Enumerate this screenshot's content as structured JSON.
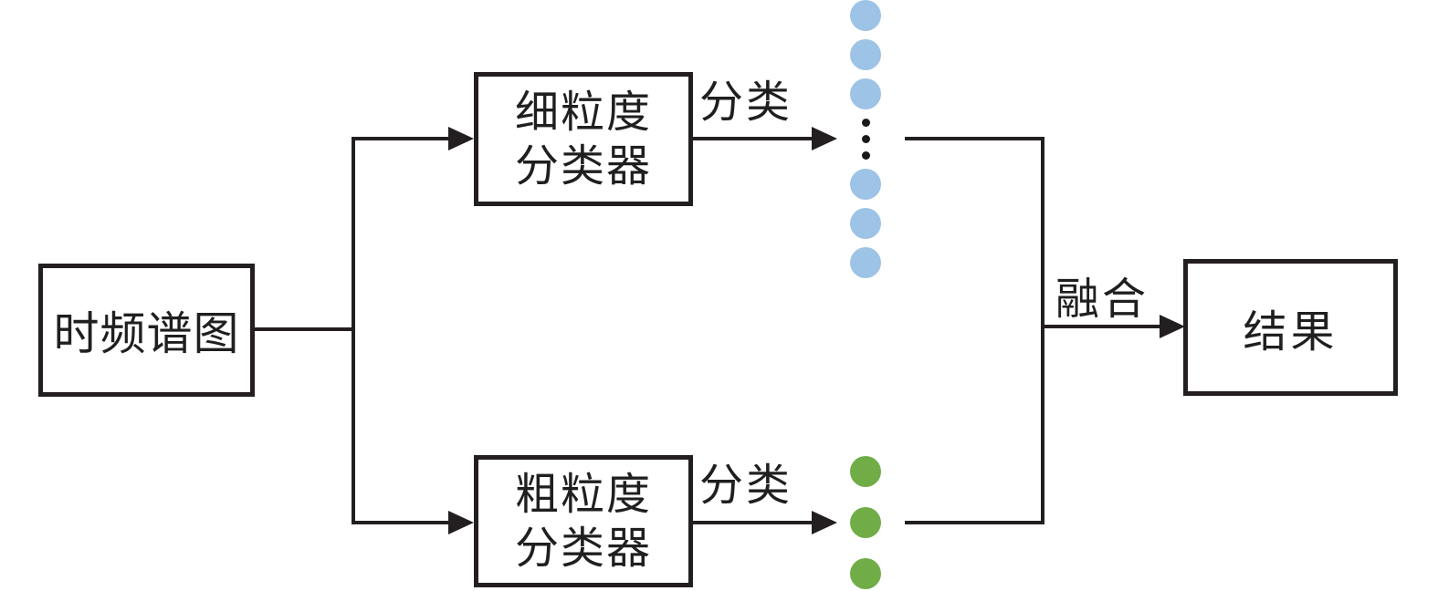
{
  "diagram": {
    "nodes": {
      "input": {
        "label": "时频谱图"
      },
      "fine_classifier": {
        "label_line1": "细粒度",
        "label_line2": "分类器"
      },
      "coarse_classifier": {
        "label_line1": "粗粒度",
        "label_line2": "分类器"
      },
      "result": {
        "label": "结果"
      }
    },
    "edge_labels": {
      "fine_classify": "分类",
      "coarse_classify": "分类",
      "fusion": "融合"
    },
    "outputs": {
      "fine": {
        "dots_above_ellipsis": 3,
        "ellipsis_dots": 3,
        "dots_below_ellipsis": 3,
        "color": "#9DC3E6"
      },
      "coarse": {
        "dots": 3,
        "color": "#70AD47"
      }
    },
    "colors": {
      "line": "#231F20",
      "background": "#FFFFFF"
    }
  }
}
